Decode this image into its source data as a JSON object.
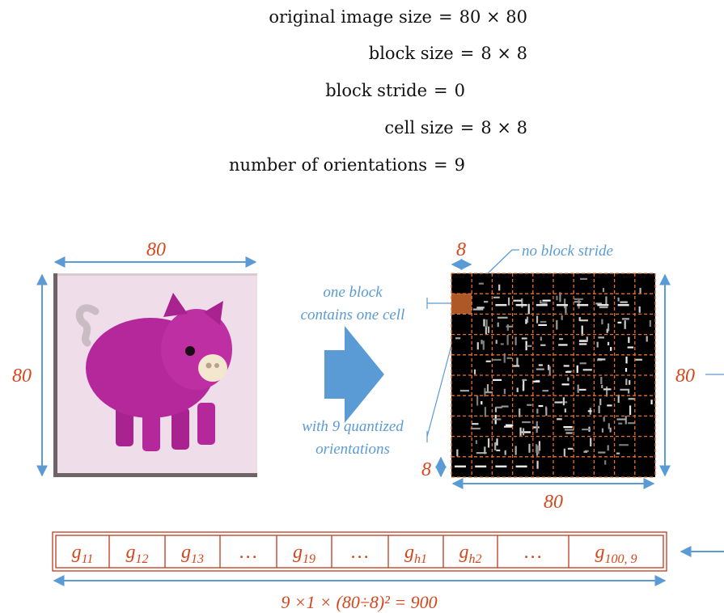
{
  "params": [
    {
      "label": "original image size",
      "eq": "=",
      "value": "80 × 80"
    },
    {
      "label": "block size",
      "eq": "=",
      "value": "8 × 8"
    },
    {
      "label": "block stride",
      "eq": "=",
      "value": "0"
    },
    {
      "label": "cell size",
      "eq": "=",
      "value": "8 × 8"
    },
    {
      "label": "number of orientations",
      "eq": "=",
      "value": "9"
    }
  ],
  "image": {
    "width_label": "80",
    "height_label": "80"
  },
  "hog": {
    "cell_label": "8",
    "stride_label": "no block stride",
    "width_label": "80",
    "height_label": "80",
    "cell_height_label": "8"
  },
  "annotations": {
    "block_line1": "one block",
    "block_line2": "contains one cell",
    "orient_line1": "with 9 quantized",
    "orient_line2": "orientations"
  },
  "vector": {
    "cells": [
      {
        "base": "g",
        "sub": "11"
      },
      {
        "base": "g",
        "sub": "12"
      },
      {
        "base": "g",
        "sub": "13"
      },
      {
        "base": "…",
        "sub": ""
      },
      {
        "base": "g",
        "sub": "19"
      },
      {
        "base": "…",
        "sub": ""
      },
      {
        "base": "g",
        "sub": "h1"
      },
      {
        "base": "g",
        "sub": "h2"
      },
      {
        "base": "…",
        "sub": ""
      },
      {
        "base": "g",
        "sub": "100, 9"
      }
    ],
    "formula": "9 ×1 × (80÷8)² = 900"
  },
  "colors": {
    "red": "#d5461c",
    "blue": "#5b9bd5",
    "pig_body": "#b5289b",
    "pig_bg": "#efdde9",
    "arrow": "#5b9bd5"
  }
}
